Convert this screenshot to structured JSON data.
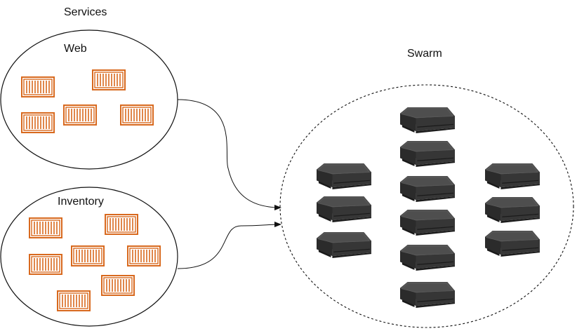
{
  "labels": {
    "services": "Services",
    "web": "Web",
    "inventory": "Inventory",
    "swarm": "Swarm"
  },
  "colors": {
    "container_stroke": "#d8691e",
    "container_fill": "#ffffff",
    "ellipse_stroke": "#111111",
    "server_top": "#4a4a4a",
    "server_side": "#262626",
    "server_front": "#333333",
    "arrow": "#111111"
  },
  "icons": {
    "container": "shipping-container-icon",
    "server": "server-node-icon"
  },
  "web_service": {
    "container_count": 5
  },
  "inventory_service": {
    "container_count": 7
  },
  "swarm": {
    "node_columns": [
      {
        "column": "left",
        "node_count": 3
      },
      {
        "column": "center",
        "node_count": 6
      },
      {
        "column": "right",
        "node_count": 3
      }
    ]
  }
}
